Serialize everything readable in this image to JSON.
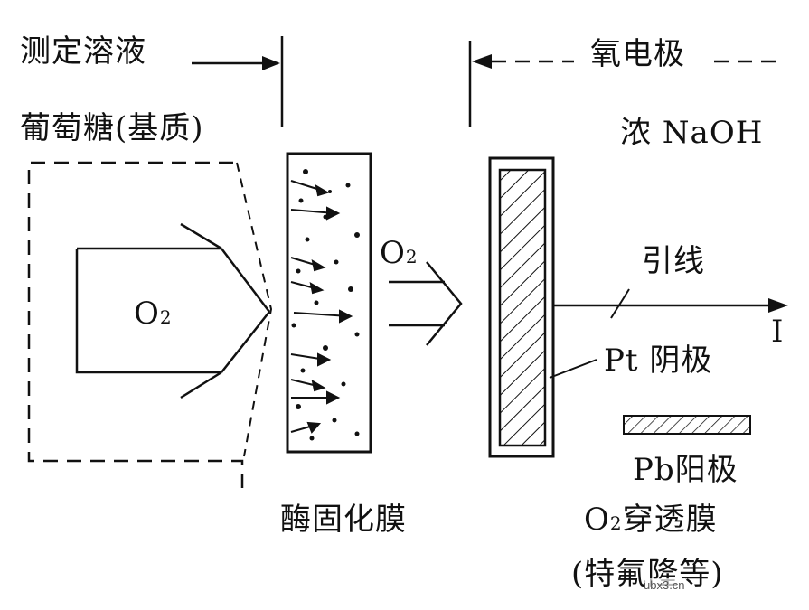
{
  "labels": {
    "measure_solution": "测定溶液",
    "oxygen_electrode": "氧电极",
    "glucose_substrate": "葡萄糖(基质)",
    "conc_naoh": "浓 NaOH",
    "o2_main": "O",
    "o2_main_sub": "2",
    "o2_flow": "O",
    "o2_flow_sub": "2",
    "lead_wire": "引线",
    "current": "I",
    "pt_cathode": "Pt 阴极",
    "pb_anode": "Pb阳极",
    "enzyme_membrane": "酶固化膜",
    "o2_permeable": "O",
    "o2_permeable_sub": "2",
    "o2_permeable_rest": "穿透膜",
    "ptfe_note": "(特氟隆等)",
    "watermark": "ubx3.cn"
  },
  "colors": {
    "ink": "#111111",
    "background": "#ffffff"
  }
}
